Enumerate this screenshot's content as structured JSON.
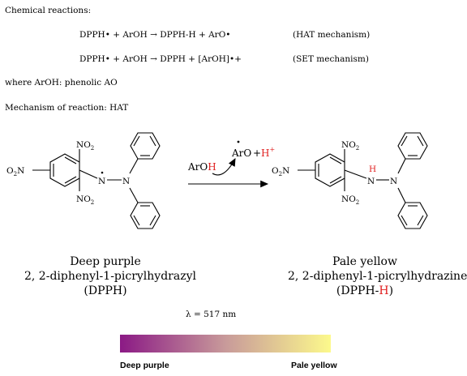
{
  "intro": {
    "heading": "Chemical reactions:",
    "eq_hat": "DPPH• + ArOH → DPPH-H + ArO•",
    "eq_hat_label": "(HAT mechanism)",
    "eq_set": "DPPH• + ArOH → DPPH + [ArOH]•+",
    "eq_set_label": "(SET mechanism)",
    "where_note": "where ArOH: phenolic AO",
    "mechanism_note": "Mechanism of reaction: HAT"
  },
  "reaction": {
    "reagent": "ArOH",
    "reagent_h": "H",
    "product_radical": "ArO",
    "plus": "+",
    "proton": "H",
    "proton_charge": "+"
  },
  "left_molecule": {
    "no2_top": "NO",
    "no2_bottom": "NO",
    "no2_left": "O",
    "subscript": "2",
    "n1": "N",
    "n2": "N",
    "name_color": "Deep purple",
    "name_chem": "2, 2-diphenyl-1-picrylhydrazyl",
    "name_abbr": "(DPPH)"
  },
  "right_molecule": {
    "no2_top": "NO",
    "no2_bottom": "NO",
    "no2_left": "O",
    "subscript": "2",
    "h_label": "H",
    "n1": "N",
    "n2": "N",
    "name_color": "Pale yellow",
    "name_chem": "2, 2-diphenyl-1-picrylhydrazine",
    "name_abbr_prefix": "(DPPH-",
    "name_abbr_h": "H",
    "name_abbr_suffix": ")"
  },
  "color_scale": {
    "wavelength": "λ = 517 nm",
    "left_label": "Deep purple",
    "right_label": "Pale yellow",
    "color_start": "#8b1a85",
    "color_mid": "#c89a9a",
    "color_end": "#fcf98c"
  }
}
